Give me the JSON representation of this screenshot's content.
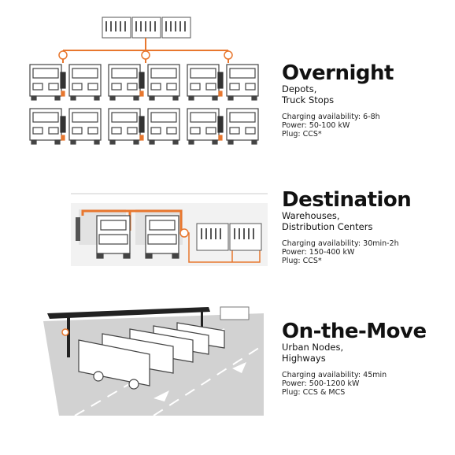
{
  "sections": [
    {
      "title": "Overnight",
      "subtitle_lines": [
        "Depots,",
        "Truck Stops"
      ],
      "specs": [
        "Charging availability: 6-8h",
        "Power: 50-100 kW",
        "Plug: CCS*"
      ]
    },
    {
      "title": "Destination",
      "subtitle_lines": [
        "Warehouses,",
        "Distribution Centers"
      ],
      "specs": [
        "Charging availability: 30min-2h",
        "Power: 150-400 kW",
        "Plug: CCS*"
      ]
    },
    {
      "title": "On-the-Move",
      "subtitle_lines": [
        "Urban Nodes,",
        "Highways"
      ],
      "specs": [
        "Charging availability: 45min",
        "Power: 500-1200 kW",
        "Plug: CCS & MCS"
      ]
    }
  ],
  "colors": {
    "accent": "#e8772e",
    "line": "#333333",
    "road": "#cfcfcf"
  }
}
